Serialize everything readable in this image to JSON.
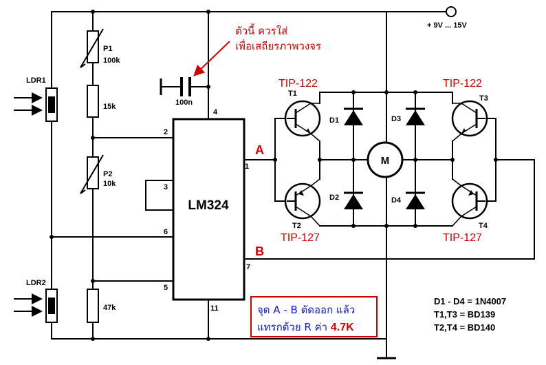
{
  "supply_label": "+ 9V ... 15V",
  "ic": {
    "name": "LM324",
    "pins": [
      "2",
      "3",
      "6",
      "5",
      "4",
      "1",
      "7",
      "11"
    ]
  },
  "note_top": {
    "line1": "ตัวนี้ ควรใส่",
    "line2": "เพื่อเสถียรภาพวงจร"
  },
  "note_box": {
    "line1": "จุด A - B ตัดออก แล้ว",
    "line2_prefix": "แทรกด้วย R ค่า",
    "line2_value": "4.7K"
  },
  "parts_list": [
    "D1 - D4 = 1N4007",
    "T1,T3 = BD139",
    "T2,T4 = BD140"
  ],
  "components": {
    "ldr1": "LDR1",
    "ldr2": "LDR2",
    "p1": "P1",
    "p1_value": "100k",
    "r1_value": "15k",
    "p2": "P2",
    "p2_value": "10k",
    "r2_value": "47k",
    "cap_value": "100n",
    "t1": "T1",
    "t2": "T2",
    "t3": "T3",
    "t4": "T4",
    "d1": "D1",
    "d2": "D2",
    "d3": "D3",
    "d4": "D4",
    "motor": "M",
    "t1_type": "TIP-122",
    "t2_type": "TIP-127",
    "t3_type": "TIP-122",
    "t4_type": "TIP-127",
    "point_a": "A",
    "point_b": "B"
  },
  "colors": {
    "wire": "#000000",
    "annotation_red": "#d10000",
    "note_blue": "#0a18c8"
  }
}
